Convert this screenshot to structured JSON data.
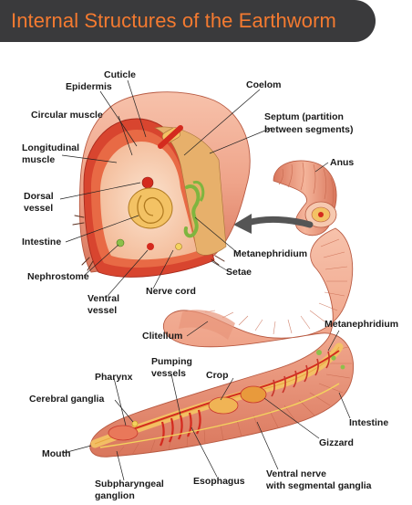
{
  "title": "Internal Structures of the Earthworm",
  "colors": {
    "banner_bg": "#3a3a3c",
    "title_text": "#f47a30",
    "worm_skin": "#efa48a",
    "worm_dark": "#d9765c",
    "muscle_red": "#c8352b",
    "intestine": "#f3c264",
    "vessel_red": "#d42a1e",
    "nephridium_green": "#8cc04a",
    "label_text": "#1a1a1a"
  },
  "labels": {
    "cuticle": "Cuticle",
    "epidermis": "Epidermis",
    "coelom": "Coelom",
    "circular_muscle": "Circular muscle",
    "septum_line1": "Septum (partition",
    "septum_line2": "between segments)",
    "longitudinal_line1": "Longitudinal",
    "longitudinal_line2": "muscle",
    "anus": "Anus",
    "dorsal_line1": "Dorsal",
    "dorsal_line2": "vessel",
    "intestine_cross": "Intestine",
    "metanephridium_cross": "Metanephridium",
    "setae": "Setae",
    "nephrostome": "Nephrostome",
    "nerve_cord": "Nerve cord",
    "ventral_line1": "Ventral",
    "ventral_line2": "vessel",
    "clitellum": "Clitellum",
    "metanephridium_body": "Metanephridium",
    "pumping_line1": "Pumping",
    "pumping_line2": "vessels",
    "crop": "Crop",
    "pharynx": "Pharynx",
    "cerebral_ganglia": "Cerebral ganglia",
    "intestine_body": "Intestine",
    "gizzard": "Gizzard",
    "mouth": "Mouth",
    "esophagus": "Esophagus",
    "ventral_nerve_line1": "Ventral nerve",
    "ventral_nerve_line2": "with segmental ganglia",
    "subpharyngeal_line1": "Subpharyngeal",
    "subpharyngeal_line2": "ganglion"
  }
}
